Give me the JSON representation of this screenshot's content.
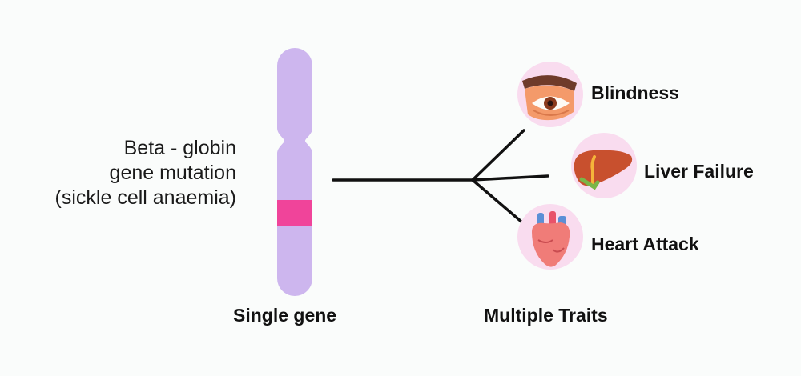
{
  "gene_description": {
    "line1": "Beta - globin",
    "line2": "gene mutation",
    "line3": "(sickle cell anaemia)"
  },
  "captions": {
    "single_gene": "Single gene",
    "multiple_traits": "Multiple Traits"
  },
  "traits": {
    "blindness": "Blindness",
    "liver_failure": "Liver Failure",
    "heart_attack": "Heart Attack"
  },
  "icons": {
    "eye": "eye-icon",
    "liver": "liver-icon",
    "heart": "heart-icon"
  },
  "colors": {
    "chromosome": "#cdb6ee",
    "mutation_band": "#f0449a",
    "icon_circle": "#f9dcef",
    "line": "#111111"
  }
}
